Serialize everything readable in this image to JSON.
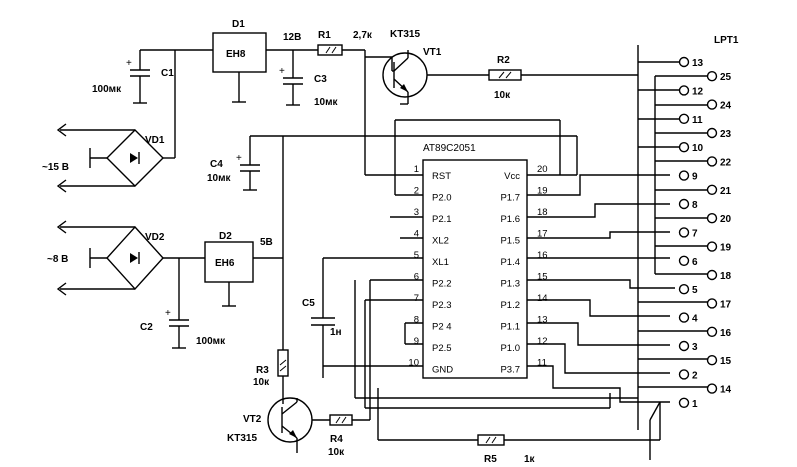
{
  "components": {
    "d1": {
      "ref": "D1",
      "body": "EH8"
    },
    "d2": {
      "ref": "D2",
      "body": "EH6"
    },
    "c1": {
      "ref": "C1",
      "value": "100мк"
    },
    "c2": {
      "ref": "C2",
      "value": "100мк"
    },
    "c3": {
      "ref": "C3",
      "value": "10мк"
    },
    "c4": {
      "ref": "C4",
      "value": "10мк"
    },
    "c5": {
      "ref": "C5",
      "value": "1н"
    },
    "r1": {
      "ref": "R1",
      "value": "2,7к"
    },
    "r2": {
      "ref": "R2",
      "value": "10к"
    },
    "r3": {
      "ref": "R3",
      "value": "10к"
    },
    "r4": {
      "ref": "R4",
      "value": "10к"
    },
    "r5": {
      "ref": "R5",
      "value": "1к"
    },
    "vt1": {
      "ref": "VT1",
      "type": "KT315"
    },
    "vt2": {
      "ref": "VT2",
      "type": "KT315"
    },
    "vd1": {
      "ref": "VD1",
      "input": "~15 B"
    },
    "vd2": {
      "ref": "VD2",
      "input": "~8 B"
    }
  },
  "nets": {
    "v12": "12B",
    "v5": "5B"
  },
  "mcu": {
    "name": "AT89C2051",
    "left": [
      {
        "num": "1",
        "name": "RST"
      },
      {
        "num": "2",
        "name": "P2.0"
      },
      {
        "num": "3",
        "name": "P2.1"
      },
      {
        "num": "4",
        "name": "XL2"
      },
      {
        "num": "5",
        "name": "XL1"
      },
      {
        "num": "6",
        "name": "P2.2"
      },
      {
        "num": "7",
        "name": "P2.3"
      },
      {
        "num": "8",
        "name": "P2 4"
      },
      {
        "num": "9",
        "name": "P2.5"
      },
      {
        "num": "10",
        "name": "GND"
      }
    ],
    "right": [
      {
        "num": "20",
        "name": "Vcc"
      },
      {
        "num": "19",
        "name": "P1.7"
      },
      {
        "num": "18",
        "name": "P1.6"
      },
      {
        "num": "17",
        "name": "P1.5"
      },
      {
        "num": "16",
        "name": "P1.4"
      },
      {
        "num": "15",
        "name": "P1.3"
      },
      {
        "num": "14",
        "name": "P1.2"
      },
      {
        "num": "13",
        "name": "P1.1"
      },
      {
        "num": "12",
        "name": "P1.0"
      },
      {
        "num": "11",
        "name": "P3.7"
      }
    ]
  },
  "connector": {
    "name": "LPT1",
    "pins": [
      "13",
      "25",
      "12",
      "24",
      "11",
      "23",
      "10",
      "22",
      "9",
      "21",
      "8",
      "20",
      "7",
      "19",
      "6",
      "18",
      "5",
      "17",
      "4",
      "16",
      "3",
      "15",
      "2",
      "14",
      "1"
    ]
  }
}
